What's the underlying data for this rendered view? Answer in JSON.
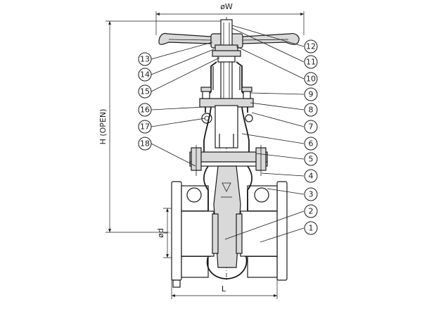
{
  "dimensions": {
    "handwheel_diameter": "øW",
    "height_open": "H (OPEN)",
    "bore_diameter": "ød",
    "length": "L"
  },
  "part_numbers": [
    "1",
    "2",
    "3",
    "4",
    "5",
    "6",
    "7",
    "8",
    "9",
    "10",
    "11",
    "12",
    "13",
    "14",
    "15",
    "16",
    "17",
    "18"
  ]
}
